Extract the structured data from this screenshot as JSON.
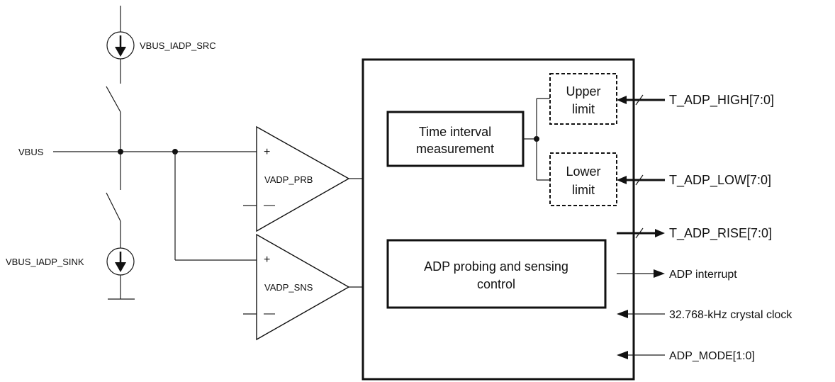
{
  "source_labels": {
    "src": "VBUS_IADP_SRC",
    "sink": "VBUS_IADP_SINK",
    "vbus": "VBUS"
  },
  "comparators": {
    "prb": {
      "name": "VADP_PRB",
      "plus": "+",
      "minus": "—"
    },
    "sns": {
      "name": "VADP_SNS",
      "plus": "+",
      "minus": "—"
    }
  },
  "blocks": {
    "time_interval": [
      "Time interval",
      "measurement"
    ],
    "upper_limit": [
      "Upper",
      "limit"
    ],
    "lower_limit": [
      "Lower",
      "limit"
    ],
    "adp_control": [
      "ADP probing and sensing",
      "control"
    ]
  },
  "signals": {
    "t_adp_high": "T_ADP_HIGH[7:0]",
    "t_adp_low": "T_ADP_LOW[7:0]",
    "t_adp_rise": "T_ADP_RISE[7:0]",
    "adp_interrupt": "ADP interrupt",
    "crystal_clock": "32.768-kHz crystal clock",
    "adp_mode": "ADP_MODE[1:0]"
  }
}
